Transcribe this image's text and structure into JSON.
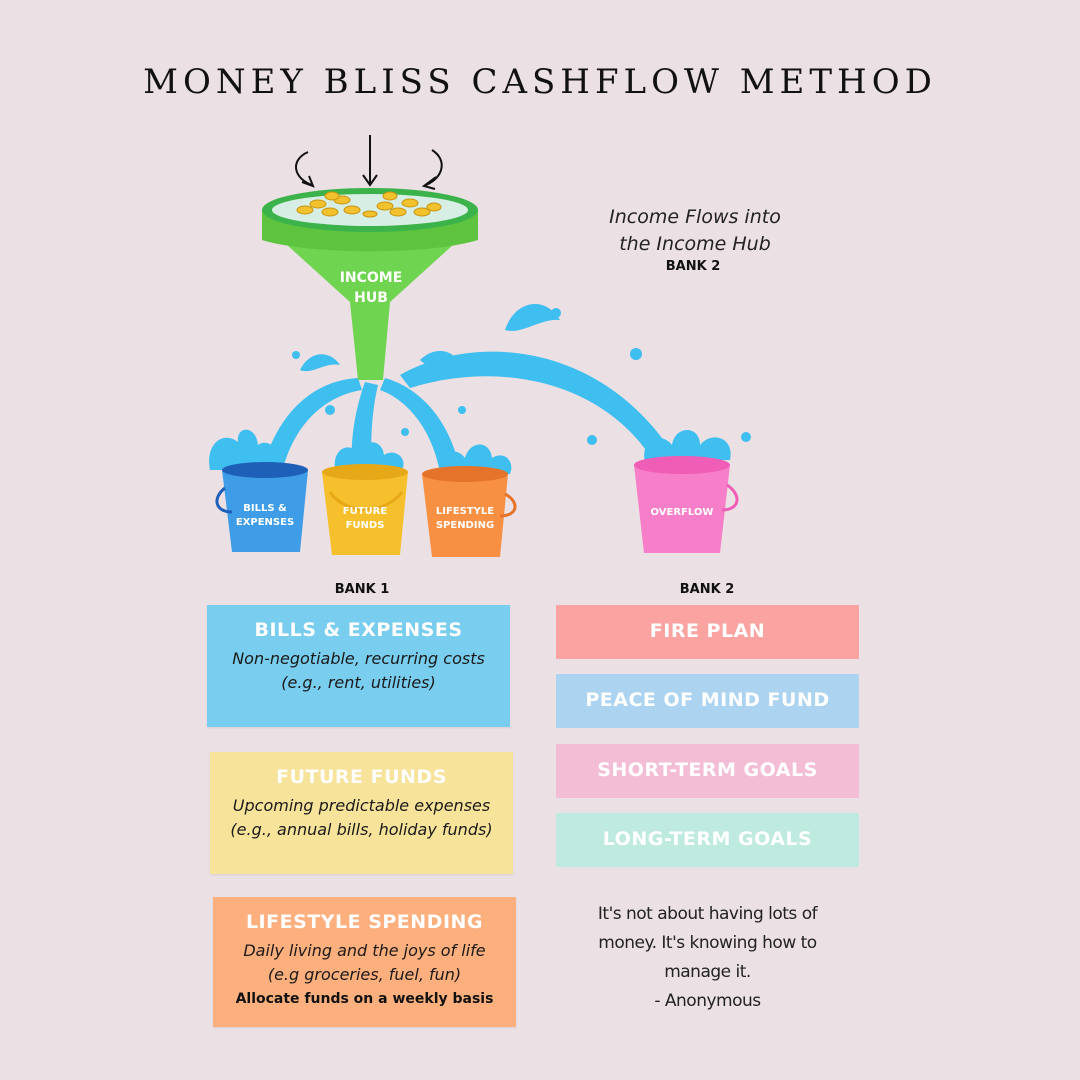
{
  "title": "MONEY BLISS CASHFLOW METHOD",
  "tagline": {
    "line1": "Income Flows into",
    "line2": "the Income Hub",
    "bank": "BANK 2"
  },
  "funnel": {
    "label_line1": "INCOME",
    "label_line2": "HUB"
  },
  "buckets": [
    {
      "line1": "BILLS &",
      "line2": "EXPENSES"
    },
    {
      "line1": "FUTURE",
      "line2": "FUNDS"
    },
    {
      "line1": "LIFESTYLE",
      "line2": "SPENDING"
    },
    {
      "line1": "OVERFLOW",
      "line2": ""
    }
  ],
  "bank1_label": "BANK 1",
  "bank2_label": "BANK 2",
  "bank1_cards": [
    {
      "title": "BILLS & EXPENSES",
      "desc1": "Non-negotiable, recurring costs",
      "desc2": "(e.g., rent, utilities)",
      "note": ""
    },
    {
      "title": "FUTURE FUNDS",
      "desc1": "Upcoming predictable expenses",
      "desc2": "(e.g., annual bills, holiday funds)",
      "note": ""
    },
    {
      "title": "LIFESTYLE SPENDING",
      "desc1": "Daily living and the joys of life",
      "desc2": "(e.g groceries, fuel, fun)",
      "note": "Allocate funds on a weekly basis"
    }
  ],
  "bank2_items": [
    {
      "label": "FIRE PLAN"
    },
    {
      "label": "PEACE OF MIND FUND"
    },
    {
      "label": "SHORT-TERM GOALS"
    },
    {
      "label": "LONG-TERM GOALS"
    }
  ],
  "quote": {
    "line1": "It's not about having lots of",
    "line2": "money. It's knowing how to",
    "line3": "manage it.",
    "author": "- Anonymous"
  },
  "colors": {
    "background": "#ebe0e3",
    "funnel": "#6fd44f",
    "water": "#3fbef0",
    "bucket_bills": "#3f9de8",
    "bucket_future": "#f6c02c",
    "bucket_lifestyle": "#f79042",
    "bucket_overflow": "#f77ec8",
    "card_bills": "#79cdee",
    "card_future": "#f7e39a",
    "card_lifestyle": "#fdb07d",
    "fire_plan": "#fba3a1",
    "peace_of_mind": "#acd4f0",
    "short_term": "#f3bdd6",
    "long_term": "#bfeadf"
  }
}
